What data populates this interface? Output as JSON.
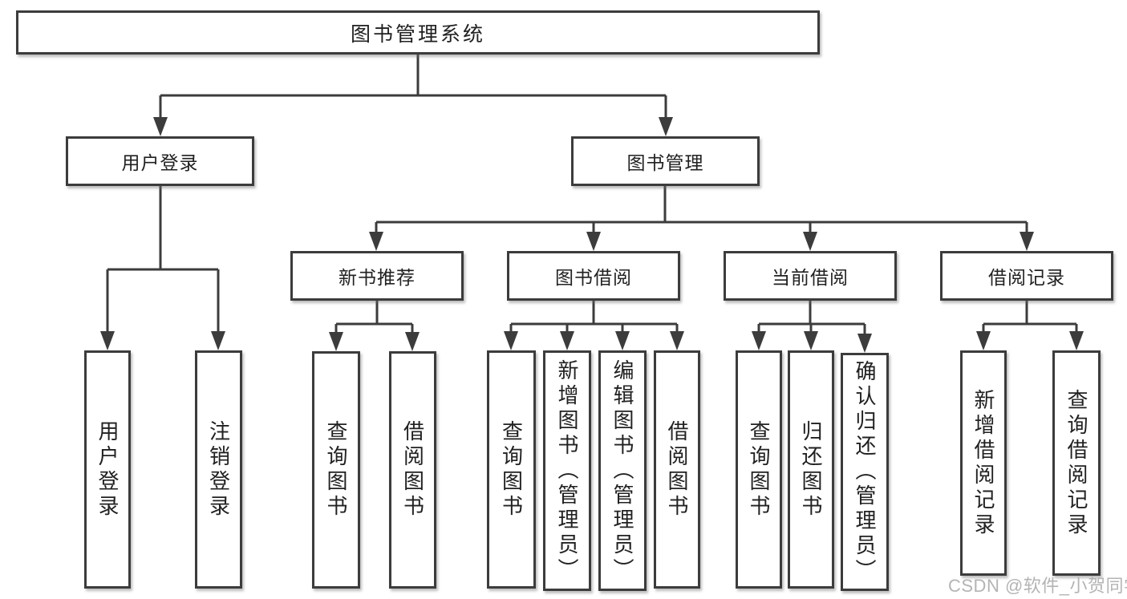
{
  "title": "图书管理系统",
  "level2": [
    "用户登录",
    "图书管理"
  ],
  "level3": [
    "新书推荐",
    "图书借阅",
    "当前借阅",
    "借阅记录"
  ],
  "leaves": {
    "user_login": [
      "用户登录",
      "注销登录"
    ],
    "new_book": [
      "查询图书",
      "借阅图书"
    ],
    "book_borrow": [
      "查询图书",
      "新增图书（管理员）",
      "编辑图书（管理员）",
      "借阅图书"
    ],
    "current_borrow": [
      "查询图书",
      "归还图书",
      "确认归还（管理员）"
    ],
    "borrow_record": [
      "新增借阅记录",
      "查询借阅记录"
    ]
  },
  "watermark": "CSDN @软件_小贺同学",
  "colors": {
    "line": "#3c3c3c",
    "text": "#212121",
    "watermark": "#b4b4b4"
  }
}
